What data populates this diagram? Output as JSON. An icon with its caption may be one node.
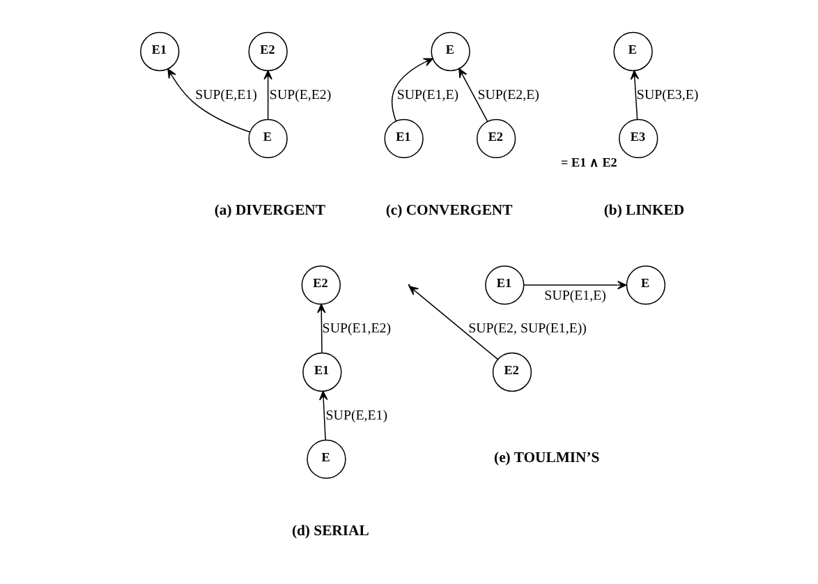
{
  "diagram": {
    "nodes": [
      {
        "text": [
          "E1"
        ]
      },
      {
        "text": [
          "E2"
        ]
      },
      {
        "text": [
          "E"
        ]
      },
      {
        "text": [
          "E"
        ]
      },
      {
        "text": [
          "E3"
        ],
        "beside": [
          "= E1 ∧ E2"
        ]
      },
      {
        "text": [
          "E"
        ]
      },
      {
        "text": [
          "E1"
        ]
      },
      {
        "text": [
          "E2"
        ]
      },
      {
        "text": [
          "E2"
        ]
      },
      {
        "text": [
          "E1"
        ]
      },
      {
        "text": [
          "E"
        ]
      },
      {
        "text": [
          "E1"
        ]
      },
      {
        "text": [
          "E"
        ]
      },
      {
        "text": [
          "E2"
        ]
      }
    ],
    "edges": [
      {
        "from": 2,
        "to": 0,
        "arrow": "to",
        "label": "SUP(E,E1)"
      },
      {
        "from": 2,
        "to": 1,
        "arrow": "to",
        "label": "SUP(E,E2)"
      },
      {
        "from": 4,
        "to": 3,
        "arrow": "to",
        "label": "SUP(E3,E)"
      },
      {
        "from": 6,
        "to": 5,
        "arrow": "to",
        "label": "SUP(E1,E)"
      },
      {
        "from": 7,
        "to": 5,
        "arrow": "to",
        "label": "SUP(E2,E)"
      },
      {
        "from": 9,
        "to": 8,
        "arrow": "to",
        "label": "SUP(E1,E2)"
      },
      {
        "from": 10,
        "to": 9,
        "arrow": "to",
        "label": "SUP(E,E1)"
      },
      {
        "from": 11,
        "to": 12,
        "arrow": "to",
        "label": "SUP(E1,E)"
      },
      {
        "from": 13,
        "to": null,
        "arrow": "to",
        "label": "SUP(E2, SUP(E1,E))"
      }
    ],
    "labels": [
      "(a) DIVERGENT",
      "(b) LINKED",
      "(c) CONVERGENT",
      "(d) SERIAL",
      "(e) TOULMIN’S"
    ]
  }
}
